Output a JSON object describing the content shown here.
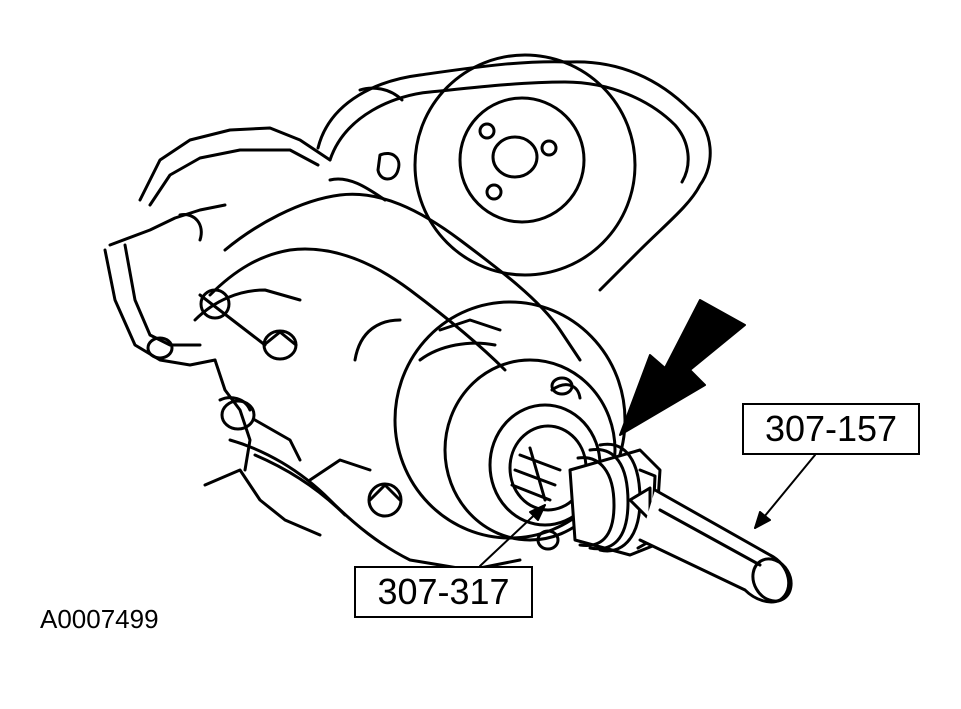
{
  "figure": {
    "id": "A0007499",
    "callouts": [
      {
        "key": "tool_a",
        "text": "307-157"
      },
      {
        "key": "tool_b",
        "text": "307-317"
      }
    ]
  },
  "colors": {
    "line": "#000000",
    "background": "#ffffff"
  },
  "icons": [
    "arrow-icon"
  ]
}
